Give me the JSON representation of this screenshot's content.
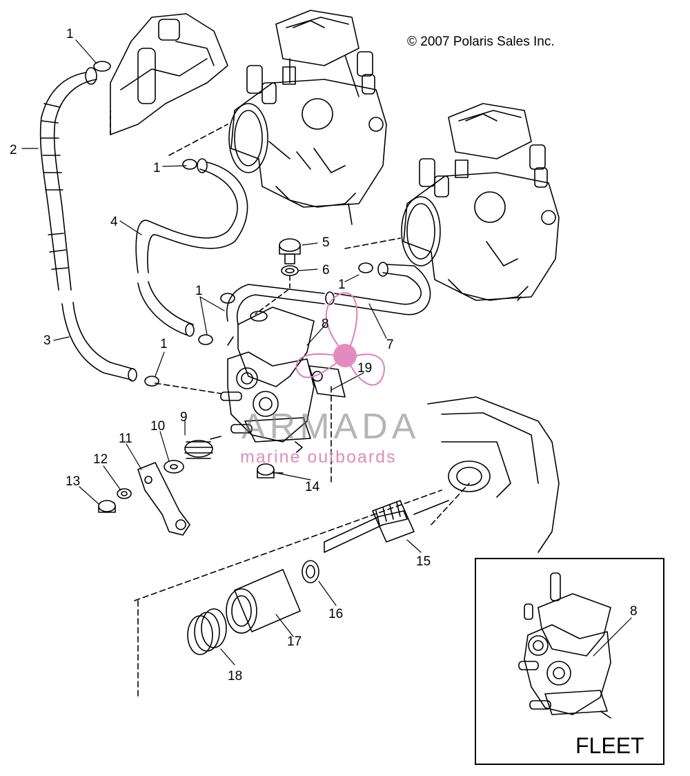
{
  "copyright": "© 2007 Polaris Sales Inc.",
  "watermark": {
    "name": "ARMADA",
    "tagline": "marine outboards"
  },
  "inset": {
    "label": "FLEET",
    "part_number": "8"
  },
  "callouts": [
    "1",
    "1",
    "1",
    "1",
    "1",
    "1",
    "2",
    "3",
    "4",
    "5",
    "6",
    "7",
    "8",
    "9",
    "10",
    "11",
    "12",
    "13",
    "14",
    "15",
    "16",
    "17",
    "18",
    "19"
  ]
}
